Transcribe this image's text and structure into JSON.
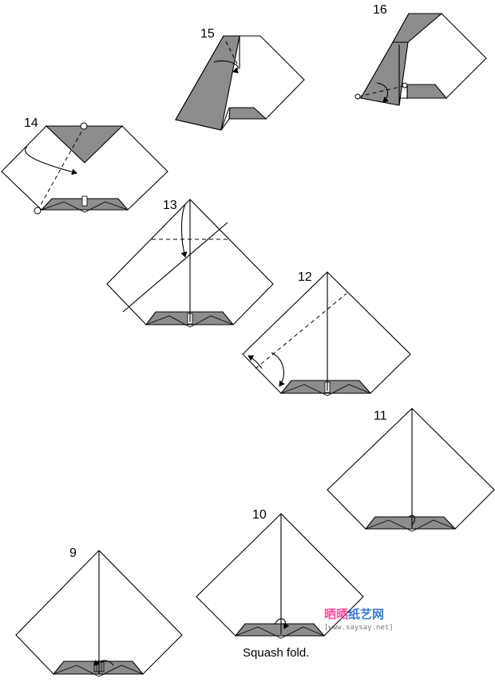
{
  "steps": {
    "s9": {
      "number": "9"
    },
    "s10": {
      "number": "10",
      "caption": "Squash fold."
    },
    "s11": {
      "number": "11"
    },
    "s12": {
      "number": "12"
    },
    "s13": {
      "number": "13"
    },
    "s14": {
      "number": "14"
    },
    "s15": {
      "number": "15"
    },
    "s16": {
      "number": "16"
    }
  },
  "watermark": {
    "site_name": "晒晒纸艺网",
    "url": "[www.saysay.net]",
    "colors": {
      "pink": "#ff4fa3",
      "blue": "#3a7bd5"
    }
  },
  "colors": {
    "paper": "#ffffff",
    "colored_side": "#8c8c8c",
    "line": "#000000"
  }
}
